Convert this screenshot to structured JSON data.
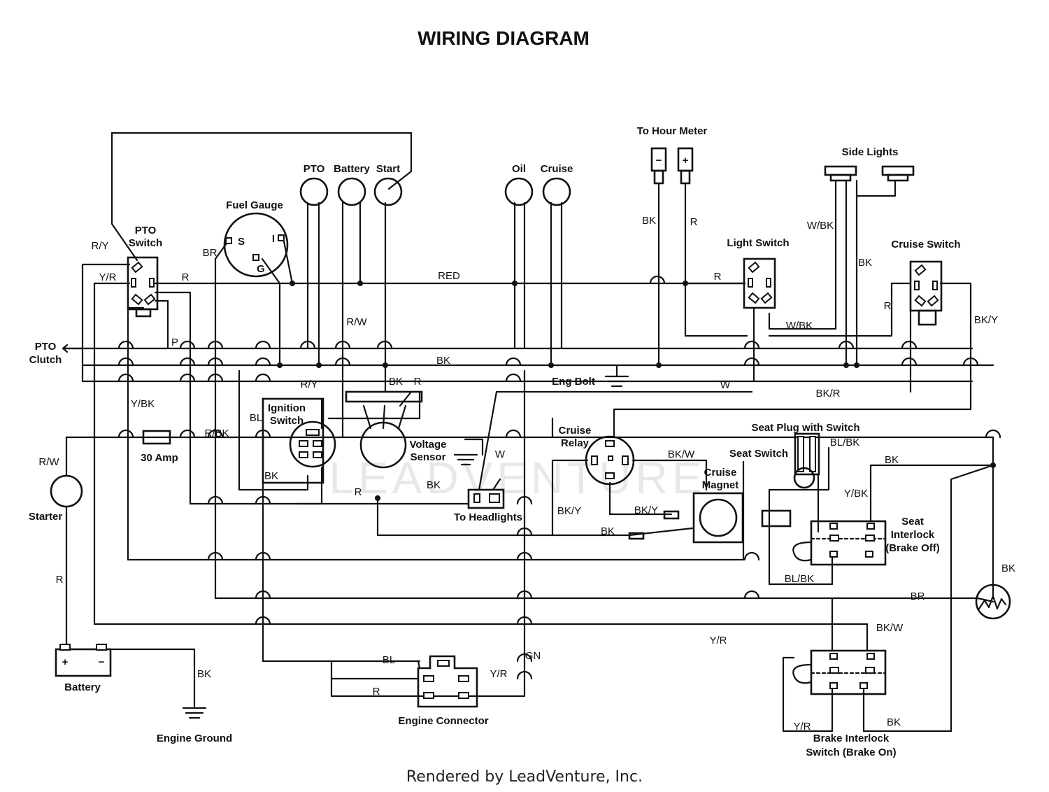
{
  "title": "WIRING DIAGRAM",
  "watermark": "LEADVENTURE",
  "footer": "Rendered by LeadVenture, Inc.",
  "components": {
    "pto_switch": "PTO Switch",
    "pto_clutch": "PTO Clutch",
    "fuel_gauge": "Fuel Gauge",
    "fuel_gauge_pins": [
      "S",
      "I",
      "G"
    ],
    "lamp_pto": "PTO",
    "lamp_battery": "Battery",
    "lamp_start": "Start",
    "lamp_oil": "Oil",
    "lamp_cruise": "Cruise",
    "hour_meter": "To Hour Meter",
    "hour_meter_minus": "−",
    "hour_meter_plus": "+",
    "side_lights": "Side Lights",
    "light_switch": "Light Switch",
    "cruise_switch": "Cruise Switch",
    "eng_bolt": "Eng  Bolt",
    "ignition_switch": "Ignition Switch",
    "voltage_sensor": "Voltage Sensor",
    "to_headlights": "To Headlights",
    "cruise_relay": "Cruise Relay",
    "cruise_magnet": "Cruise Magnet",
    "seat_plug": "Seat Plug with Switch",
    "seat_switch": "Seat Switch",
    "seat_interlock": [
      "Seat",
      "Interlock",
      "(Brake Off)"
    ],
    "fuse": "30 Amp",
    "starter": "Starter",
    "battery": "Battery",
    "battery_plus": "+",
    "battery_minus": "−",
    "engine_ground": "Engine Ground",
    "engine_connector": "Engine Connector",
    "brake_interlock": [
      "Brake Interlock",
      "Switch (Brake On)"
    ]
  },
  "wire_labels": {
    "ry": "R/Y",
    "yr_top": "Y/R",
    "r_pto": "R",
    "br_fuel": "BR",
    "p": "P",
    "red": "RED",
    "rw_top": "R/W",
    "bk_main": "BK",
    "bk_vs": "BK",
    "r_vs": "R",
    "ry_ign": "R/Y",
    "ybk": "Y/BK",
    "bl": "BL",
    "rbk": "R/BK",
    "bk_ign": "BK",
    "rw_starter": "R/W",
    "r_starter": "R",
    "bk_hour": "BK",
    "r_hour": "R",
    "wbk_top": "W/BK",
    "r_light": "R",
    "bk_side": "BK",
    "wbk_mid": "W/BK",
    "r_cruise": "R",
    "bkyl": "BK/Y",
    "w_mid": "W",
    "bkr": "BK/R",
    "w_head": "W",
    "blbk_top": "BL/BK",
    "bkw_relay": "BK/W",
    "bk_right": "BK",
    "bky_a": "BK/Y",
    "bky_b": "BK/Y",
    "bk_magnet": "BK",
    "ybk_seat": "Y/BK",
    "r_mid": "R",
    "bk_mid": "BK",
    "blbk_bot": "BL/BK",
    "br_bot": "BR",
    "bk_far": "BK",
    "bkw_brake": "BK/W",
    "yr_mid": "Y/R",
    "gn": "GN",
    "bl_bot": "BL",
    "yr_conn": "Y/R",
    "r_conn": "R",
    "bk_batt": "BK",
    "yr_brake": "Y/R",
    "bk_brake": "BK"
  }
}
